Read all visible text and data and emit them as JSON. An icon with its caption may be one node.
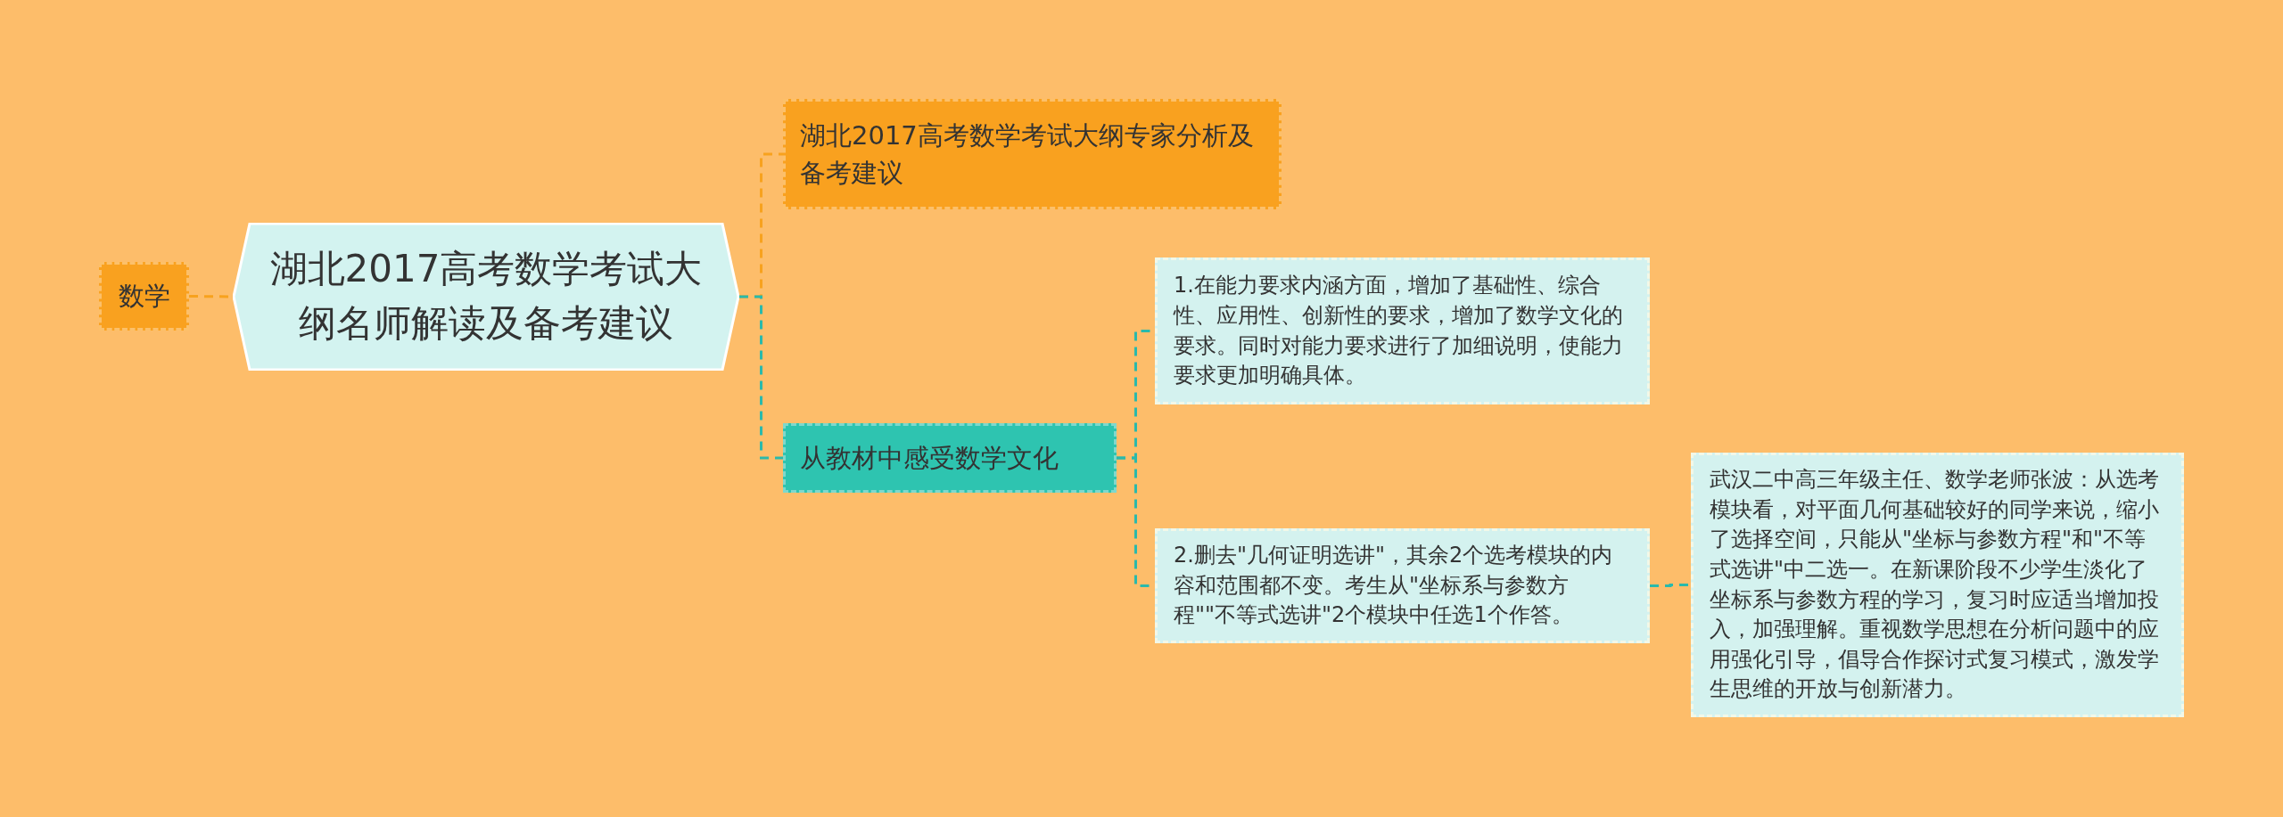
{
  "diagram": {
    "nodes": [
      {
        "text": [
          "数学"
        ]
      },
      {
        "text": [
          "湖北2017高考数学考试大纲名师解读及备考建议"
        ]
      },
      {
        "text": [
          "湖北2017高考数学考试大纲专家分析及备考建议"
        ]
      },
      {
        "text": [
          "从教材中感受数学文化"
        ]
      },
      {
        "text": [
          "1.在能力要求内涵方面，增加了基础性、综合性、应用性、创新性的要求，增加了数学文化的要求。同时对能力要求进行了加细说明，使能力要求更加明确具体。"
        ]
      },
      {
        "text": [
          "2.删去\"几何证明选讲\"，其余2个选考模块的内容和范围都不变。考生从\"坐标系与参数方程\"\"不等式选讲\"2个模块中任选1个作答。"
        ]
      },
      {
        "text": [
          "武汉二中高三年级主任、数学老师张波：从选考模块看，对平面几何基础较好的同学来说，缩小了选择空间，只能从\"坐标与参数方程\"和\"不等式选讲\"中二选一。在新课阶段不少学生淡化了坐标系与参数方程的学习，复习时应适当增加投入，加强理解。重视数学思想在分析问题中的应用强化引导，倡导合作探讨式复习模式，激发学生思维的开放与创新潜力。"
        ]
      }
    ],
    "edges": [
      {
        "from": 0,
        "to": 1,
        "arrow": "none",
        "style": "dashed",
        "color": "#f7a21e"
      },
      {
        "from": 1,
        "to": 2,
        "arrow": "none",
        "style": "dashed",
        "color": "#f7a21e"
      },
      {
        "from": 1,
        "to": 3,
        "arrow": "none",
        "style": "dashed"
      },
      {
        "from": 3,
        "to": 4,
        "arrow": "none",
        "style": "dashed"
      },
      {
        "from": 3,
        "to": 5,
        "arrow": "none",
        "style": "dashed"
      },
      {
        "from": 5,
        "to": 6,
        "arrow": "none",
        "style": "dashed"
      }
    ]
  }
}
